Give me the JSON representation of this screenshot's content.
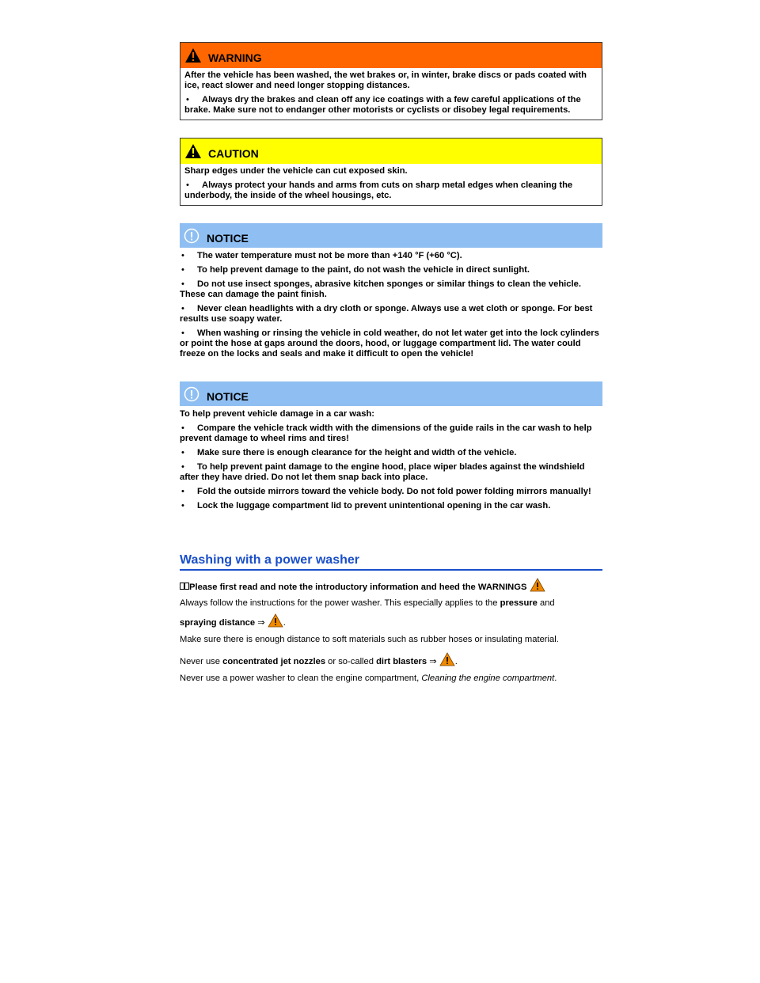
{
  "warning": {
    "title": "WARNING",
    "text": "After the vehicle has been washed, the wet brakes or, in winter, brake discs or pads coated with ice, react slower and need longer stopping distances.",
    "bullet": "Always dry the brakes and clean off any ice coatings with a few careful applications of the brake. Make sure not to endanger other motorists or cyclists or disobey legal requirements."
  },
  "caution": {
    "title": "CAUTION",
    "text": "Sharp edges under the vehicle can cut exposed skin.",
    "bullet": "Always protect your hands and arms from cuts on sharp metal edges when cleaning the underbody, the inside of the wheel housings, etc."
  },
  "notice1": {
    "title": "NOTICE",
    "items": [
      "The water temperature must not be more than +140 °F (+60 °C).",
      "To help prevent damage to the paint, do not wash the vehicle in direct sunlight.",
      "Do not use insect sponges, abrasive kitchen sponges or similar things to clean the vehicle. These can damage the paint finish.",
      "Never clean headlights with a dry cloth or sponge. Always use a wet cloth or sponge. For best results use soapy water.",
      "When washing or rinsing the vehicle in cold weather, do not let water get into the lock cylinders or point the hose at gaps around the doors, hood, or luggage compartment lid. The water could freeze on the locks and seals and make it difficult to open the vehicle!"
    ]
  },
  "notice2": {
    "title": "NOTICE",
    "intro": "To help prevent vehicle damage in a car wash:",
    "items": [
      "Compare the vehicle track width with the dimensions of the guide rails in the car wash to help prevent damage to wheel rims and tires!",
      "Make sure there is enough clearance for the height and width of the vehicle.",
      "To help prevent paint damage to the engine hood, place wiper blades against the windshield after they have dried. Do not let them snap back into place.",
      "Fold the outside mirrors toward the vehicle body. Do not fold power folding mirrors manually!",
      "Lock the luggage compartment lid to prevent unintentional opening in the car wash."
    ]
  },
  "section": {
    "title": "Washing with a power washer",
    "book_glyph": "ὖe",
    "intro": "Please first read and note the introductory information and heed the WARNINGS",
    "p1_a": "Always follow the instructions for the power washer. This especially applies to the ",
    "p1_bold": "pressure",
    "p1_b": " and",
    "p1_c": "spraying distance",
    "arrow": "⇒",
    "p2": "Make sure there is enough distance to soft materials such as rubber hoses or insulating material.",
    "p3_a": "Never use ",
    "p3_bold1": "concentrated jet nozzles",
    "p3_b": " or so-called ",
    "p3_bold2": "dirt blasters",
    "p4_a": "Never use a power washer to clean the engine compartment, ",
    "p4_italic": "Cleaning the engine compartment",
    "period": "."
  },
  "colors": {
    "warning_header": "#ff6600",
    "caution_header": "#ffff00",
    "notice_header": "#8fbff2",
    "section_title": "#1a4fc9",
    "warn_icon_fill": "#f08a00"
  },
  "icons": [
    "warning-triangle-icon",
    "exclamation-circle-icon",
    "book-icon"
  ]
}
